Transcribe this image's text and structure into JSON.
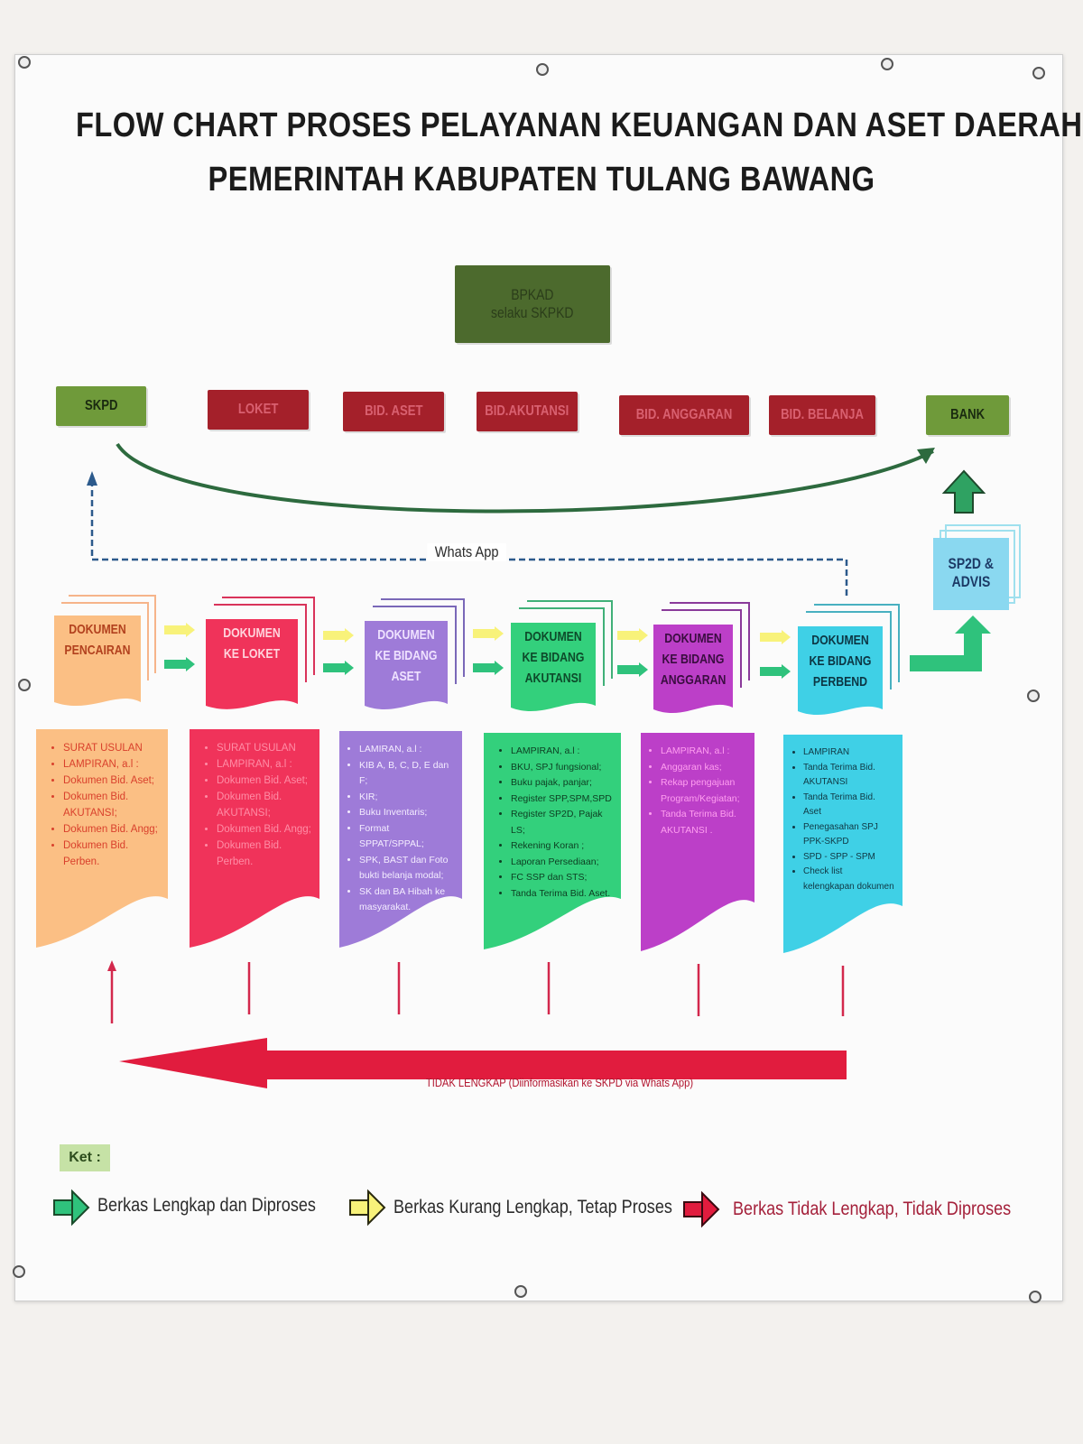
{
  "title": {
    "line1": "FLOW CHART PROSES PELAYANAN  KEUANGAN DAN ASET DAERAH",
    "line2": "PEMERINTAH KABUPATEN TULANG BAWANG"
  },
  "bpkad": {
    "line1": "BPKAD",
    "line2": "selaku SKPKD"
  },
  "units": {
    "skpd": "SKPD",
    "loket": "LOKET",
    "bid_aset": "BID. ASET",
    "bid_akutansi": "BID.AKUTANSI",
    "bid_anggaran": "BID. ANGGARAN",
    "bid_belanja": "BID. BELANJA",
    "bank": "BANK"
  },
  "whatsapp": "Whats App",
  "sp2d": {
    "line1": "SP2D &",
    "line2": "ADVIS"
  },
  "docs": [
    {
      "line1": "DOKUMEN",
      "line2": "PENCAIRAN",
      "line3": ""
    },
    {
      "line1": "DOKUMEN",
      "line2": "KE LOKET",
      "line3": ""
    },
    {
      "line1": "DOKUMEN",
      "line2": "KE BIDANG",
      "line3": "ASET"
    },
    {
      "line1": "DOKUMEN",
      "line2": "KE BIDANG",
      "line3": "AKUTANSI"
    },
    {
      "line1": "DOKUMEN",
      "line2": "KE BIDANG",
      "line3": "ANGGARAN"
    },
    {
      "line1": "DOKUMEN",
      "line2": "KE BIDANG",
      "line3": "PERBEND"
    }
  ],
  "lists": [
    [
      "SURAT USULAN",
      "LAMPIRAN, a.l :",
      "Dokumen Bid. Aset;",
      "Dokumen Bid. AKUTANSI;",
      "Dokumen Bid. Angg;",
      "Dokumen Bid. Perben."
    ],
    [
      "SURAT USULAN",
      "LAMPIRAN, a.l :",
      "Dokumen Bid. Aset;",
      "Dokumen Bid. AKUTANSI;",
      "Dokumen Bid. Angg;",
      "Dokumen Bid. Perben."
    ],
    [
      "LAMIRAN, a.l :",
      "KIB A, B, C, D, E dan F;",
      "KIR;",
      "Buku Inventaris;",
      "Format SPPAT/SPPAL;",
      "SPK, BAST dan Foto bukti belanja modal;",
      "SK dan BA Hibah ke masyarakat."
    ],
    [
      "LAMPIRAN, a.l :",
      "BKU, SPJ fungsional;",
      "Buku pajak, panjar;",
      "Register SPP,SPM,SPD",
      "Register SP2D, Pajak LS;",
      "Rekening Koran ;",
      "Laporan Persediaan;",
      "FC SSP dan STS;",
      "Tanda Terima Bid. Aset."
    ],
    [
      "LAMPIRAN, a.l :",
      "Anggaran kas;",
      "Rekap pengajuan Program/Kegiatan;",
      "Tanda Terima Bid. AKUTANSI ."
    ],
    [
      "LAMPIRAN",
      "Tanda Terima Bid. AKUTANSI",
      "Tanda Terima Bid. Aset",
      "Penegasahan SPJ PPK-SKPD",
      "SPD - SPP - SPM",
      "Check list kelengkapan dokumen"
    ]
  ],
  "tidak_lengkap": "TIDAK LENGKAP (Diinformasikan ke SKPD via Whats App)",
  "legend": {
    "ket": "Ket :",
    "green": "Berkas Lengkap dan Diproses",
    "yellow": "Berkas Kurang Lengkap, Tetap Proses",
    "red": "Berkas Tidak Lengkap, Tidak Diproses"
  },
  "colors": {
    "orange": "#fbbf84",
    "pink": "#f0335a",
    "purple": "#9e7bd8",
    "green": "#33d07c",
    "magenta": "#bc3fc8",
    "cyan": "#3fd0e6",
    "arrow_green": "#2fc27c",
    "arrow_yellow": "#f8f27a",
    "arrow_red": "#e11c3e"
  }
}
